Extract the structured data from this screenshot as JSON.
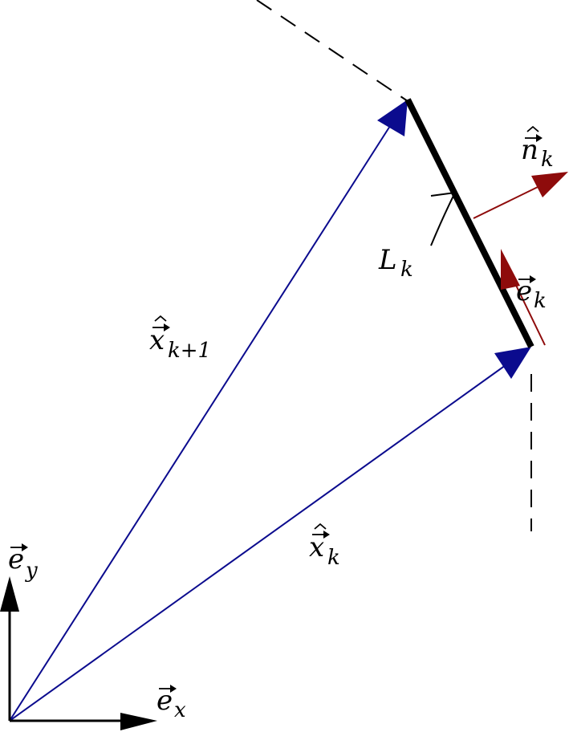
{
  "colors": {
    "position_vector": "#0b0b8e",
    "local_vector": "#8e0b0b",
    "segment": "#000000",
    "axes": "#000000"
  },
  "labels": {
    "ex": {
      "base": "e",
      "sub": "x"
    },
    "ey": {
      "base": "e",
      "sub": "y"
    },
    "xk": {
      "base": "x",
      "sub": "k"
    },
    "xk1": {
      "base": "x",
      "sub": "k+1"
    },
    "nk": {
      "base": "n",
      "sub": "k"
    },
    "ek": {
      "base": "e",
      "sub": "k"
    },
    "Lk": {
      "base": "L",
      "sub": "k"
    }
  }
}
